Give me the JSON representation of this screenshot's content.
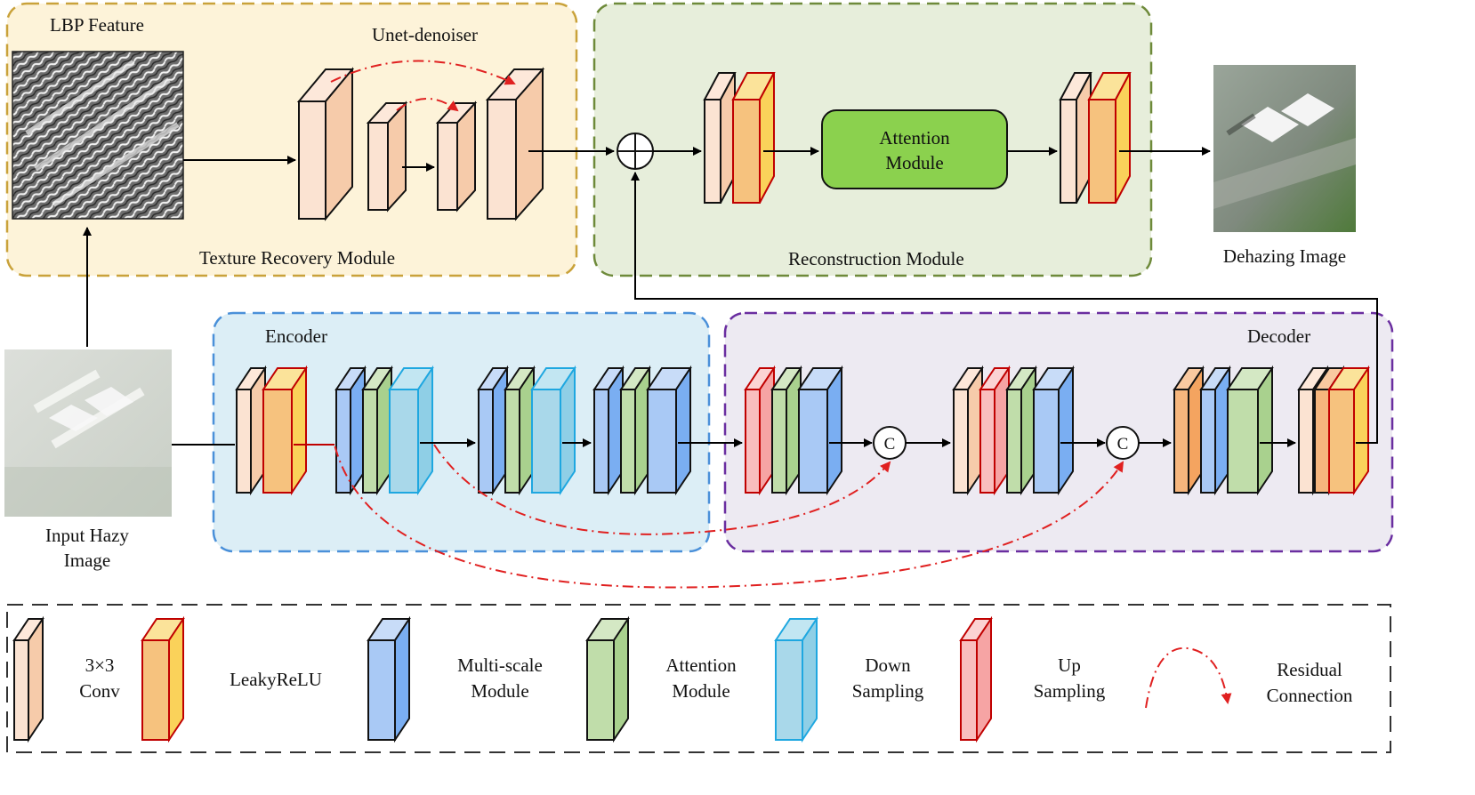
{
  "texture": {
    "title": "Texture Recovery Module",
    "lbp_label": "LBP Feature",
    "unet_label": "Unet-denoiser"
  },
  "reconstruction": {
    "title": "Reconstruction Module",
    "attention_line1": "Attention",
    "attention_line2": "Module"
  },
  "encoder": {
    "title": "Encoder"
  },
  "decoder": {
    "title": "Decoder"
  },
  "input": {
    "line1": "Input Hazy",
    "line2": "Image"
  },
  "output": {
    "label": "Dehazing Image"
  },
  "concat_symbol": "C",
  "legend": {
    "conv_line1": "3×3",
    "conv_line2": "Conv",
    "leaky": "LeakyReLU",
    "multiscale_line1": "Multi-scale",
    "multiscale_line2": "Module",
    "attention_line1": "Attention",
    "attention_line2": "Module",
    "down_line1": "Down",
    "down_line2": "Sampling",
    "up_line1": "Up",
    "up_line2": "Sampling",
    "residual_line1": "Residual",
    "residual_line2": "Connection"
  },
  "colors": {
    "conv": "#F6CBAA",
    "leaky": "#FAD25A",
    "multiscale": "#7AAEF2",
    "attention": "#A9D18E",
    "down": "#8FCFE6",
    "up": "#F6A4A4",
    "orange": "#F4A460",
    "attention_box": "#8BD14E",
    "texture_bg": "#FDF3D9",
    "texture_border": "#C9A23A",
    "recon_bg": "#E7EEDB",
    "recon_border": "#6E8A3A",
    "encoder_bg": "#DCEEF6",
    "encoder_border": "#4A90D9",
    "decoder_bg": "#EDEAF2",
    "decoder_border": "#6A2EA0",
    "residual": "#E02020"
  }
}
